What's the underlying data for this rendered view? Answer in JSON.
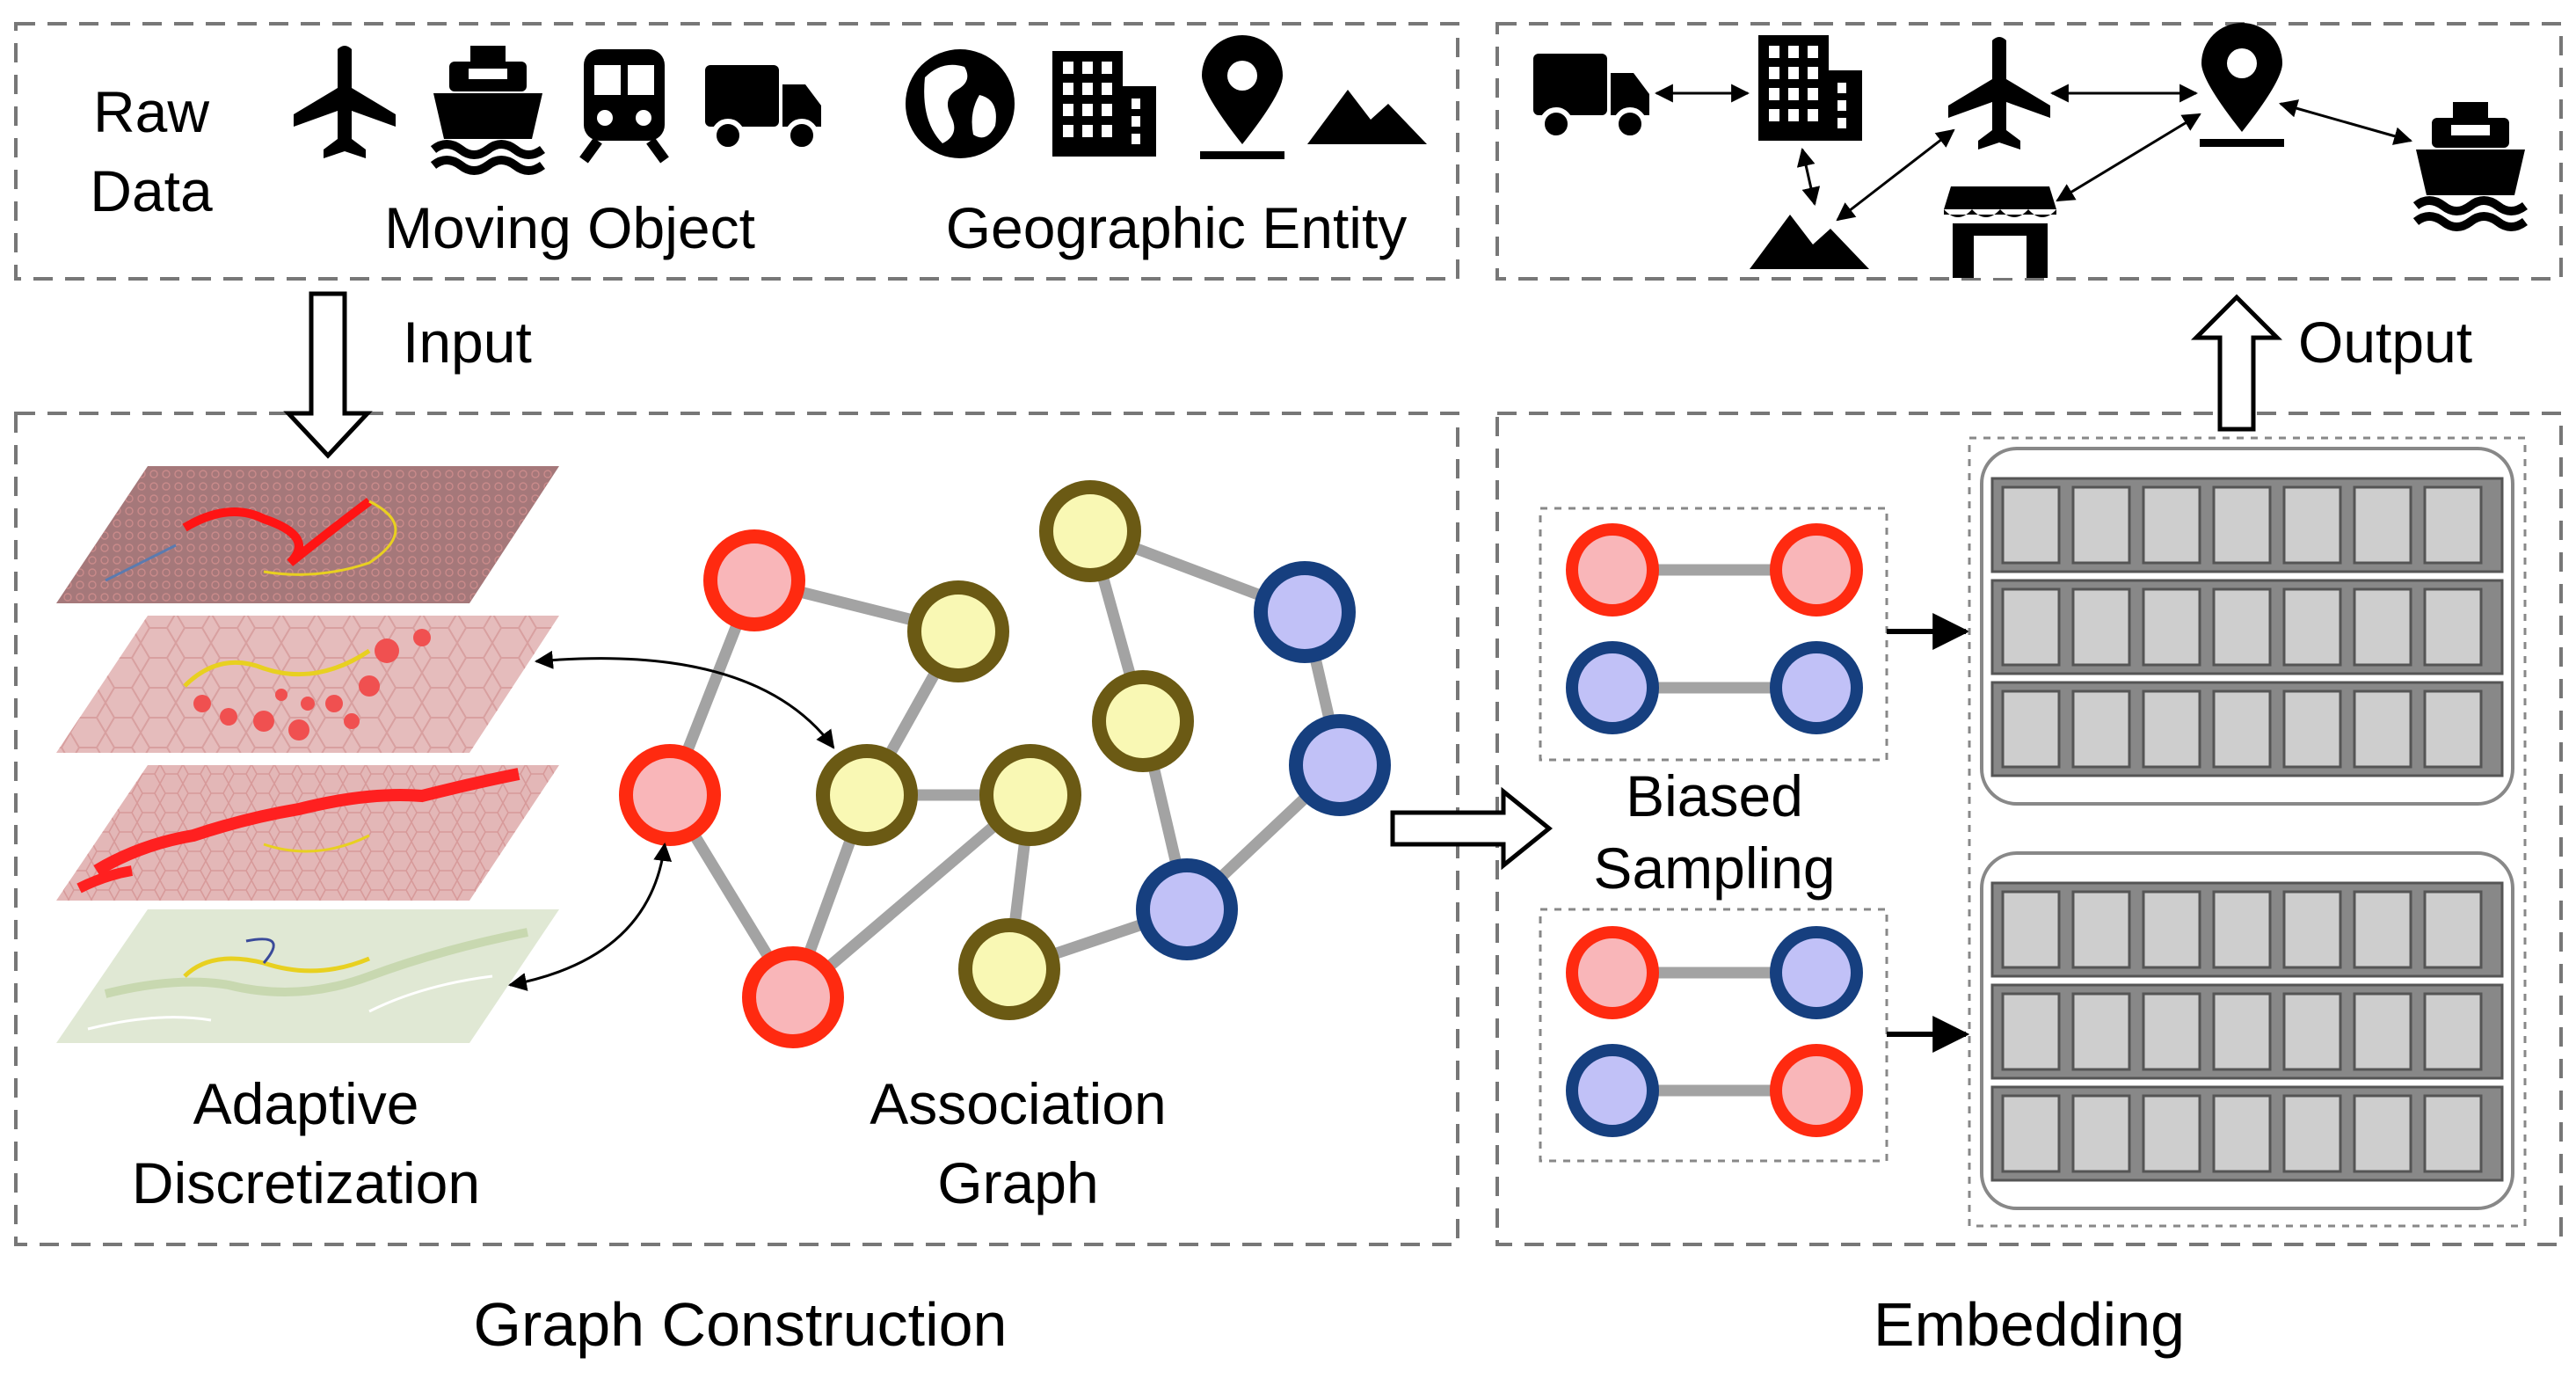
{
  "raw_panel": {
    "raw_data_label": [
      "Raw",
      "Data"
    ],
    "moving_object_label": "Moving Object",
    "geographic_entity_label": "Geographic Entity",
    "moving_icons": [
      "airplane-icon",
      "ship-icon",
      "train-icon",
      "truck-icon"
    ],
    "geo_icons": [
      "globe-icon",
      "building-icon",
      "location-pin-icon",
      "mountain-icon"
    ]
  },
  "arrows": {
    "input_label": "Input",
    "output_label": "Output"
  },
  "graph_construction": {
    "adaptive_label": [
      "Adaptive",
      "Discretization"
    ],
    "association_label": [
      "Association",
      "Graph"
    ],
    "section_caption": "Graph Construction"
  },
  "embedding": {
    "biased_label": [
      "Biased",
      "Sampling"
    ],
    "section_caption": "Embedding"
  },
  "output_panel": {
    "icons": [
      "truck-icon",
      "building-icon",
      "airplane-icon",
      "location-pin-icon",
      "ship-icon",
      "mountain-icon",
      "store-icon"
    ]
  },
  "colors": {
    "red_fill": "#f9b6b9",
    "red_stroke": "#ff2a10",
    "olive_fill": "#f9f8b4",
    "olive_stroke": "#6b5a14",
    "blue_fill": "#c1c1f7",
    "blue_stroke": "#163f7f",
    "edge": "#a3a3a3",
    "cell_fill": "#cecece",
    "cell_stroke": "#555555"
  }
}
